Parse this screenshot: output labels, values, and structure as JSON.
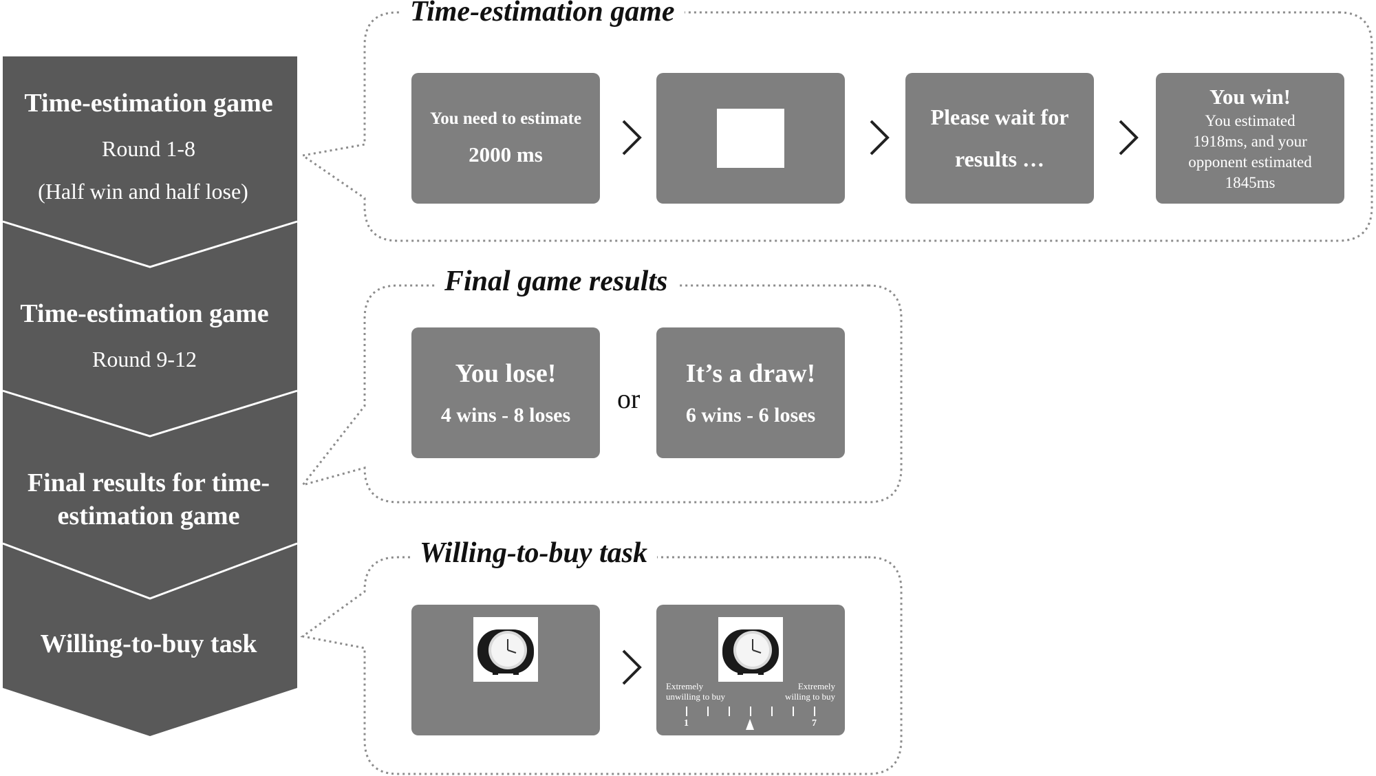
{
  "flow": [
    {
      "title": "Time-estimation game",
      "sub1": "Round 1-8",
      "sub2": "(Half win and half lose)"
    },
    {
      "title": "Time-estimation game",
      "sub1": "Round 9-12"
    },
    {
      "title_line1": "Final results for time-",
      "title_line2": "estimation game"
    },
    {
      "title": "Willing-to-buy task"
    }
  ],
  "sections": {
    "game": {
      "title": "Time-estimation game",
      "screen1": {
        "line1": "You need to estimate",
        "line2": "2000 ms"
      },
      "screen3": {
        "line1": "Please wait for",
        "line2": "results …"
      },
      "screen4": {
        "title": "You win!",
        "line1": "You estimated",
        "line2": "1918ms, and your",
        "line3": "opponent estimated",
        "line4": "1845ms"
      }
    },
    "results": {
      "title": "Final game results",
      "lose": {
        "title": "You lose!",
        "score": "4 wins - 8 loses"
      },
      "connector": "or",
      "draw": {
        "title": "It’s a draw!",
        "score": "6 wins - 6 loses"
      }
    },
    "wtb": {
      "title": "Willing-to-buy task",
      "scale": {
        "left_label_1": "Extremely",
        "left_label_2": "unwilling to buy",
        "right_label_1": "Extremely",
        "right_label_2": "willing to buy",
        "min": "1",
        "max": "7"
      }
    }
  }
}
